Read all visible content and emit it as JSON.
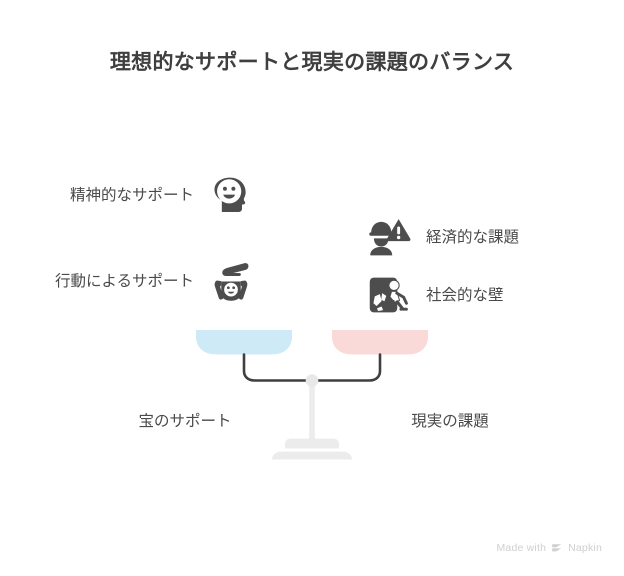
{
  "page": {
    "background": "#ffffff",
    "text_color": "#4a4a4a",
    "title_color": "#3f3f3f"
  },
  "header": {
    "title": "理想的なサポートと現実の課題のバランス"
  },
  "left_side": {
    "caption": "宝のサポート",
    "pan_color": "#cfeaf7",
    "items": [
      {
        "label": "精神的なサポート",
        "icon": "head-smiley-icon"
      },
      {
        "label": "行動によるサポート",
        "icon": "helping-hand-icon"
      }
    ]
  },
  "right_side": {
    "caption": "現実の課題",
    "pan_color": "#fad9d9",
    "items": [
      {
        "label": "経済的な課題",
        "icon": "worker-warning-icon"
      },
      {
        "label": "社会的な壁",
        "icon": "person-wall-icon"
      }
    ]
  },
  "scale": {
    "beam_color": "#3f3f3f",
    "pivot_color": "#e8e8e8",
    "stand_color": "#ececec",
    "icon": "balance-scale"
  },
  "footer": {
    "watermark_prefix": "Made with",
    "watermark_brand": "Napkin",
    "watermark_color": "#cfcfcf"
  }
}
